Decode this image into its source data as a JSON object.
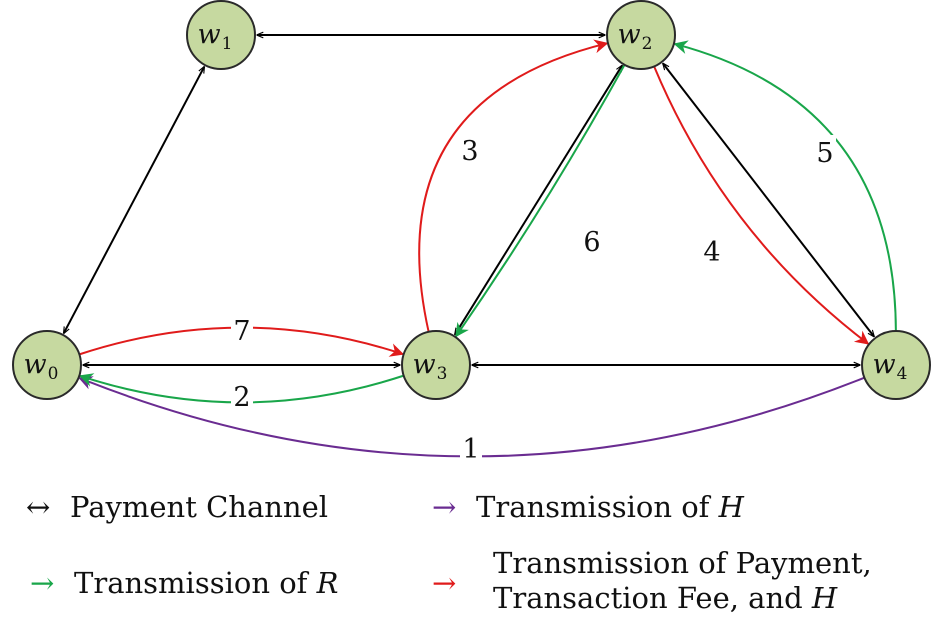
{
  "nodes": [
    {
      "id": "w0",
      "base": "w",
      "sub": "0"
    },
    {
      "id": "w1",
      "base": "w",
      "sub": "1"
    },
    {
      "id": "w2",
      "base": "w",
      "sub": "2"
    },
    {
      "id": "w3",
      "base": "w",
      "sub": "3"
    },
    {
      "id": "w4",
      "base": "w",
      "sub": "4"
    }
  ],
  "payment_channels": [
    [
      "w0",
      "w1"
    ],
    [
      "w1",
      "w2"
    ],
    [
      "w0",
      "w3"
    ],
    [
      "w3",
      "w2"
    ],
    [
      "w3",
      "w4"
    ],
    [
      "w2",
      "w4"
    ]
  ],
  "flows": [
    {
      "step": "1",
      "from": "w4",
      "to": "w0",
      "kind": "H"
    },
    {
      "step": "2",
      "from": "w0",
      "to": "w3",
      "kind": "payment"
    },
    {
      "step": "3",
      "from": "w3",
      "to": "w2",
      "kind": "payment"
    },
    {
      "step": "4",
      "from": "w2",
      "to": "w4",
      "kind": "payment"
    },
    {
      "step": "5",
      "from": "w4",
      "to": "w2",
      "kind": "R"
    },
    {
      "step": "6",
      "from": "w2",
      "to": "w3",
      "kind": "R"
    },
    {
      "step": "7",
      "from": "w3",
      "to": "w0",
      "kind": "R"
    }
  ],
  "colors": {
    "channel": "#000000",
    "H": "#6a2c91",
    "R": "#19a64a",
    "payment": "#e01b1b",
    "node_fill": "#c6d9a0"
  },
  "legend": {
    "channel": {
      "symbol": "↔",
      "label": "Payment Channel"
    },
    "h": {
      "symbol": "→",
      "label": "Transmission of ",
      "var": "H"
    },
    "r": {
      "symbol": "→",
      "label": "Transmission of ",
      "var": "R"
    },
    "payment": {
      "symbol": "→",
      "line1": "Transmission of Payment,",
      "line2": "Transaction Fee, and ",
      "var": "H"
    }
  }
}
